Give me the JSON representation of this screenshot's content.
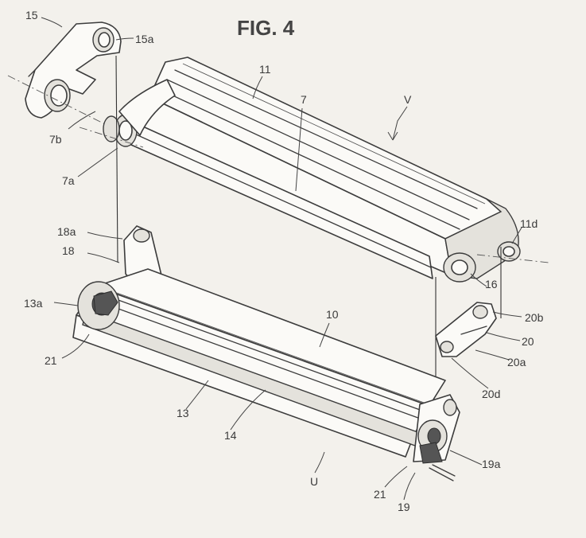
{
  "figure": {
    "title": "FIG. 4",
    "labels": {
      "l15_top": "15",
      "l15a": "15a",
      "l11": "11",
      "l7": "7",
      "lV": "V",
      "l7b": "7b",
      "l7a": "7a",
      "l18a": "18a",
      "l18": "18",
      "l11d": "11d",
      "l13a": "13a",
      "l16": "16",
      "l10": "10",
      "l20b": "20b",
      "l21_left": "21",
      "l20": "20",
      "l20a": "20a",
      "l20d": "20d",
      "l13": "13",
      "l14": "14",
      "l19a": "19a",
      "lU": "U",
      "l21_bottom": "21",
      "l19": "19"
    }
  }
}
